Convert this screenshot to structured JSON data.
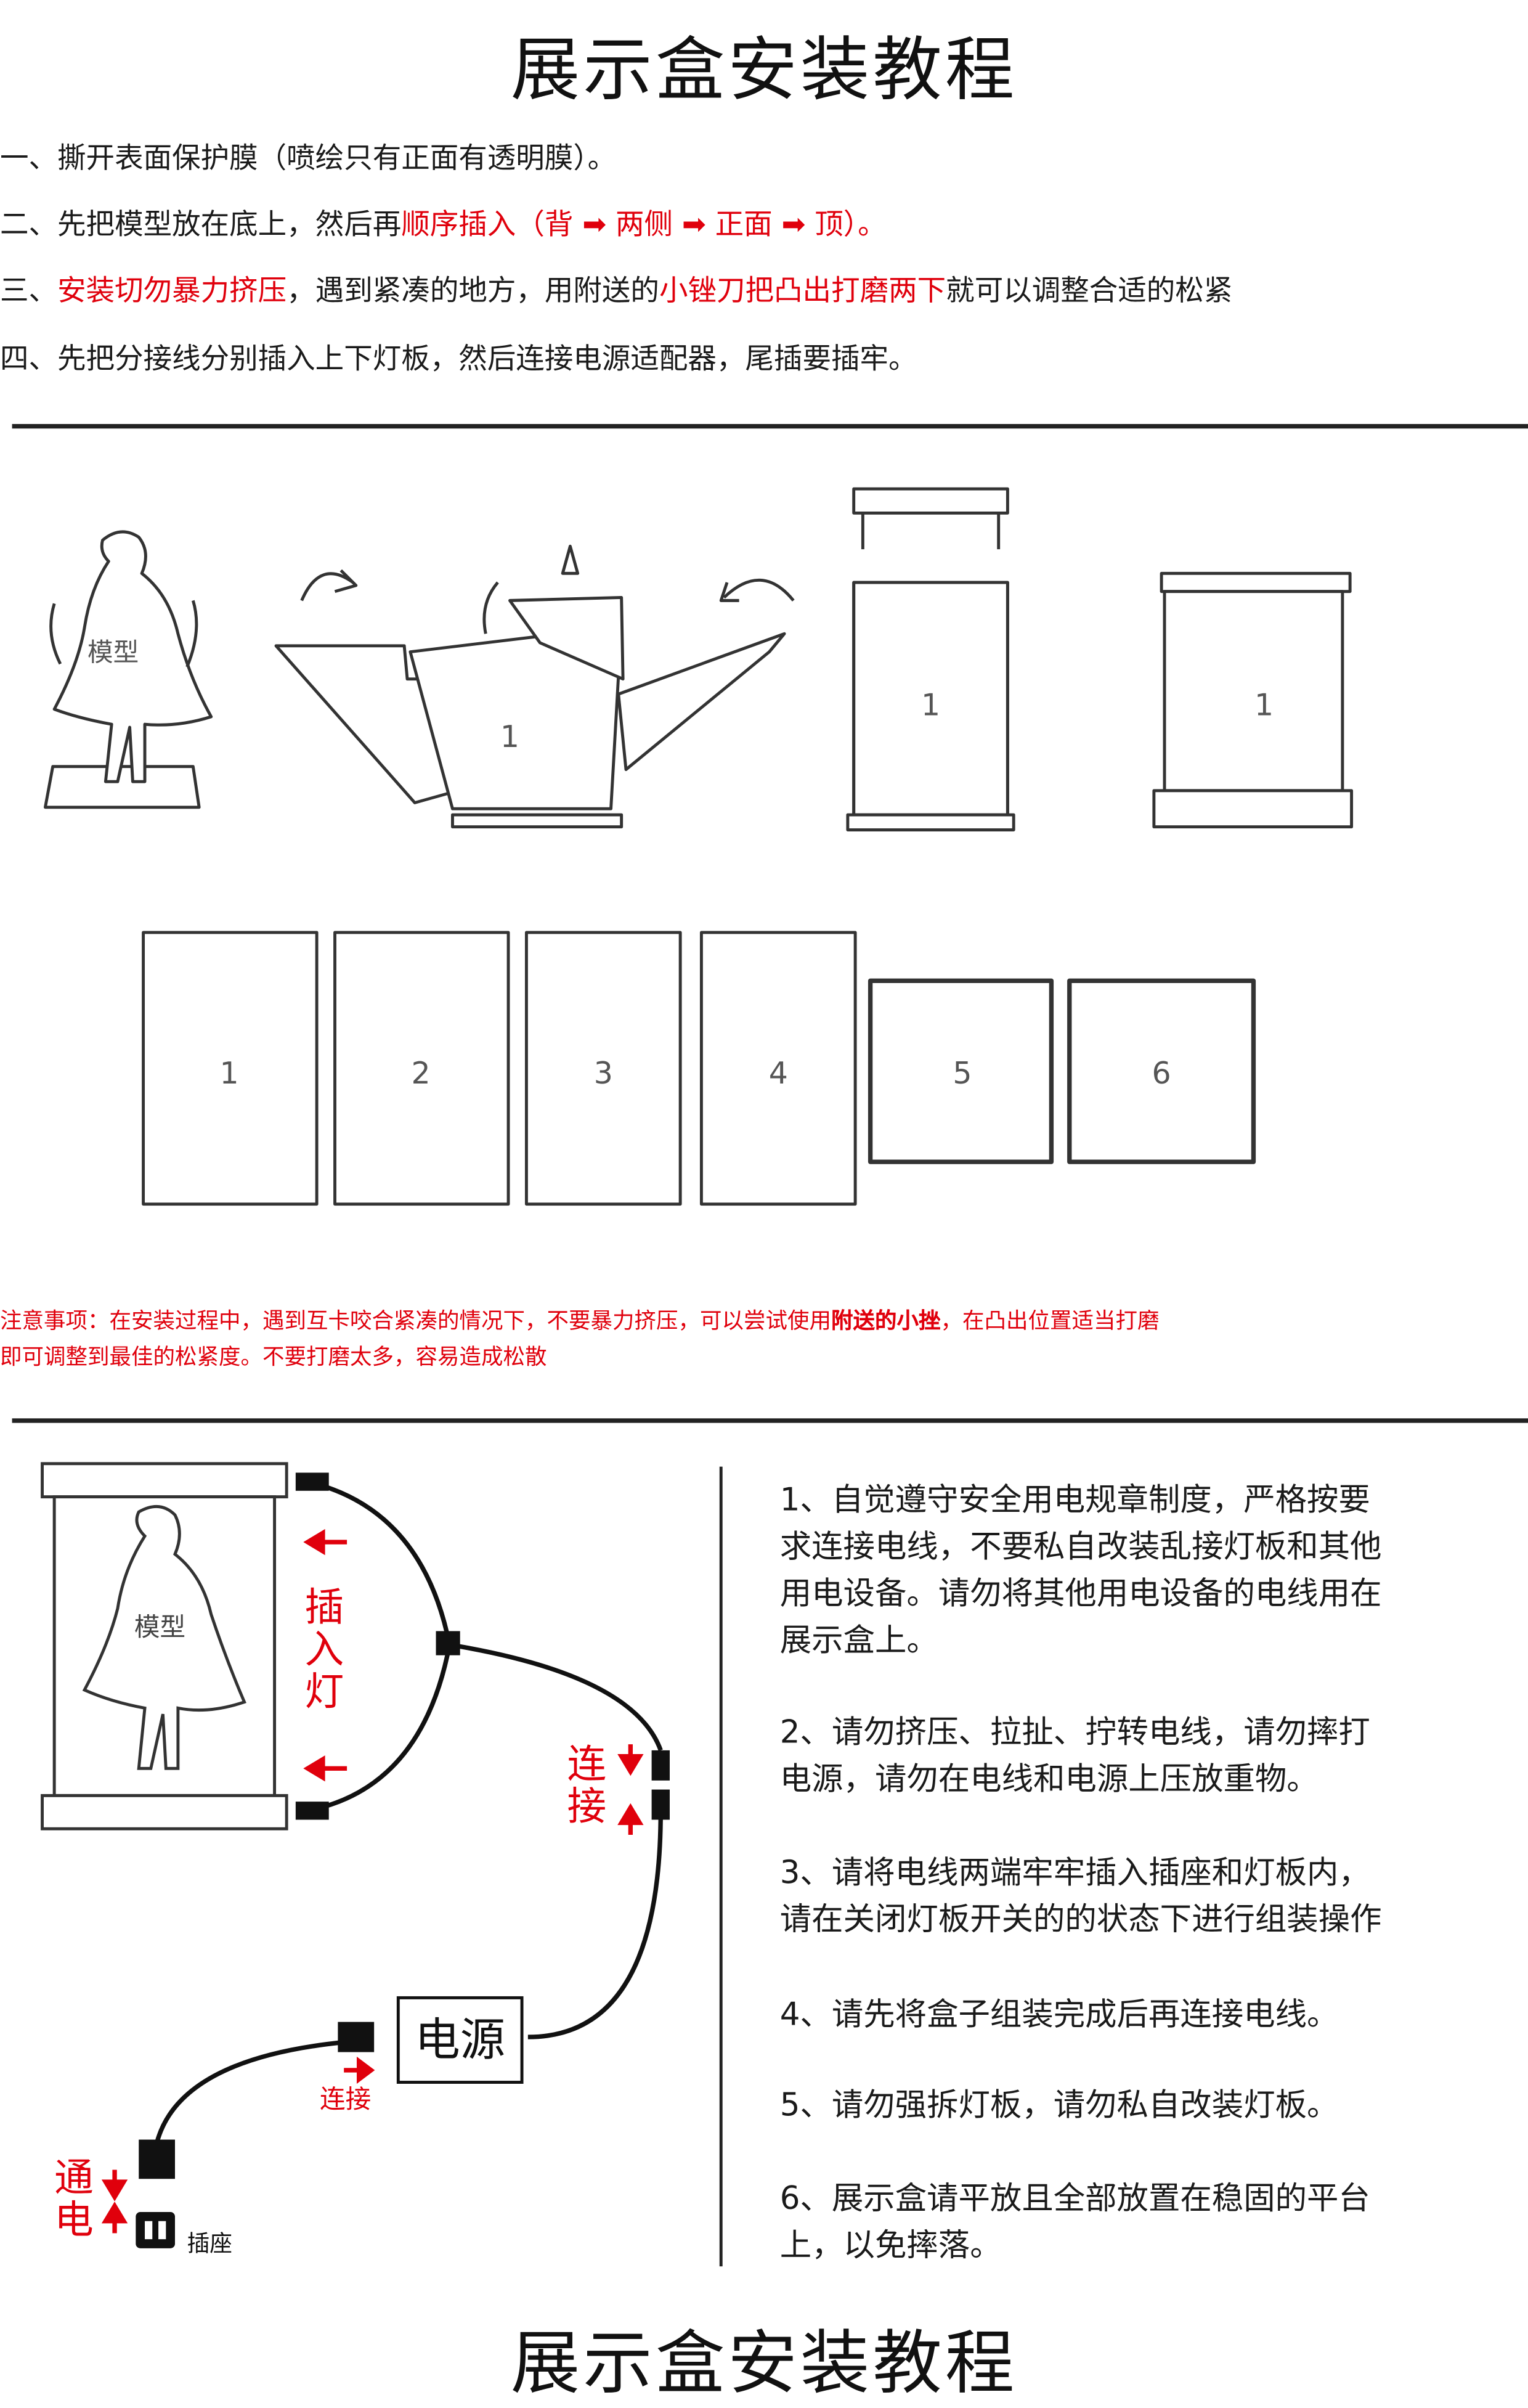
{
  "title": "展示盒安装教程",
  "steps": [
    {
      "pre": "一、撕开表面保护膜（喷绘只有正面有透明膜）。",
      "red1": "",
      "mid": "",
      "red2": "",
      "post": ""
    },
    {
      "pre": "二、先把模型放在底上，然后再",
      "red1": "顺序插入（背",
      "mid": "",
      "red2": "",
      "post": ""
    },
    {
      "pre": "三、",
      "red1": "安装切勿暴力挤压",
      "mid": "，遇到紧凑的地方，用附送的",
      "red2": "小锉刀把凸出打磨两下",
      "post": "就可以调整合适的松紧"
    },
    {
      "pre": "四、先把分接线分别插入上下灯板，然后连接电源适配器，尾插要插牢。",
      "red1": "",
      "mid": "",
      "red2": "",
      "post": ""
    }
  ],
  "step2_order": {
    "a": "两侧",
    "b": "正面",
    "c": "顶）。"
  },
  "diagram_labels": {
    "model": "模型",
    "panel_numbers": [
      "1",
      "2",
      "3",
      "4",
      "5",
      "6"
    ],
    "assembly_label": "1"
  },
  "notice": {
    "line1_a": "注意事项：在安装过程中，遇到互卡咬合紧凑的情况下，不要暴力挤压，可以尝试使用",
    "line1_b": "附送的小挫",
    "line1_c": "，在凸出位置适当打磨",
    "line2": "即可调整到最佳的松紧度。不要打磨太多，容易造成松散"
  },
  "wiring": {
    "insert_lamp": "插入灯",
    "connect": "连接",
    "power": "电源",
    "connect_small": "连接",
    "energize": "通电",
    "socket": "插座",
    "model": "模型"
  },
  "safety": [
    [
      "1、自觉遵守安全用电规章制度，严格按要",
      "求连接电线，不要私自改装乱接灯板和其他",
      "用电设备。请勿将其他用电设备的电线用在",
      "展示盒上。"
    ],
    [
      "2、请勿挤压、拉扯、拧转电线，请勿摔打",
      "电源，请勿在电线和电源上压放重物。"
    ],
    [
      "3、请将电线两端牢牢插入插座和灯板内，",
      "请在关闭灯板开关的的状态下进行组装操作"
    ],
    [
      "4、请先将盒子组装完成后再连接电线。"
    ],
    [
      "5、请勿强拆灯板，请勿私自改装灯板。"
    ],
    [
      "6、展示盒请平放且全部放置在稳固的平台",
      "上，以免摔落。"
    ]
  ],
  "colors": {
    "accent": "#e0000c",
    "ink": "#1a1a1a"
  }
}
